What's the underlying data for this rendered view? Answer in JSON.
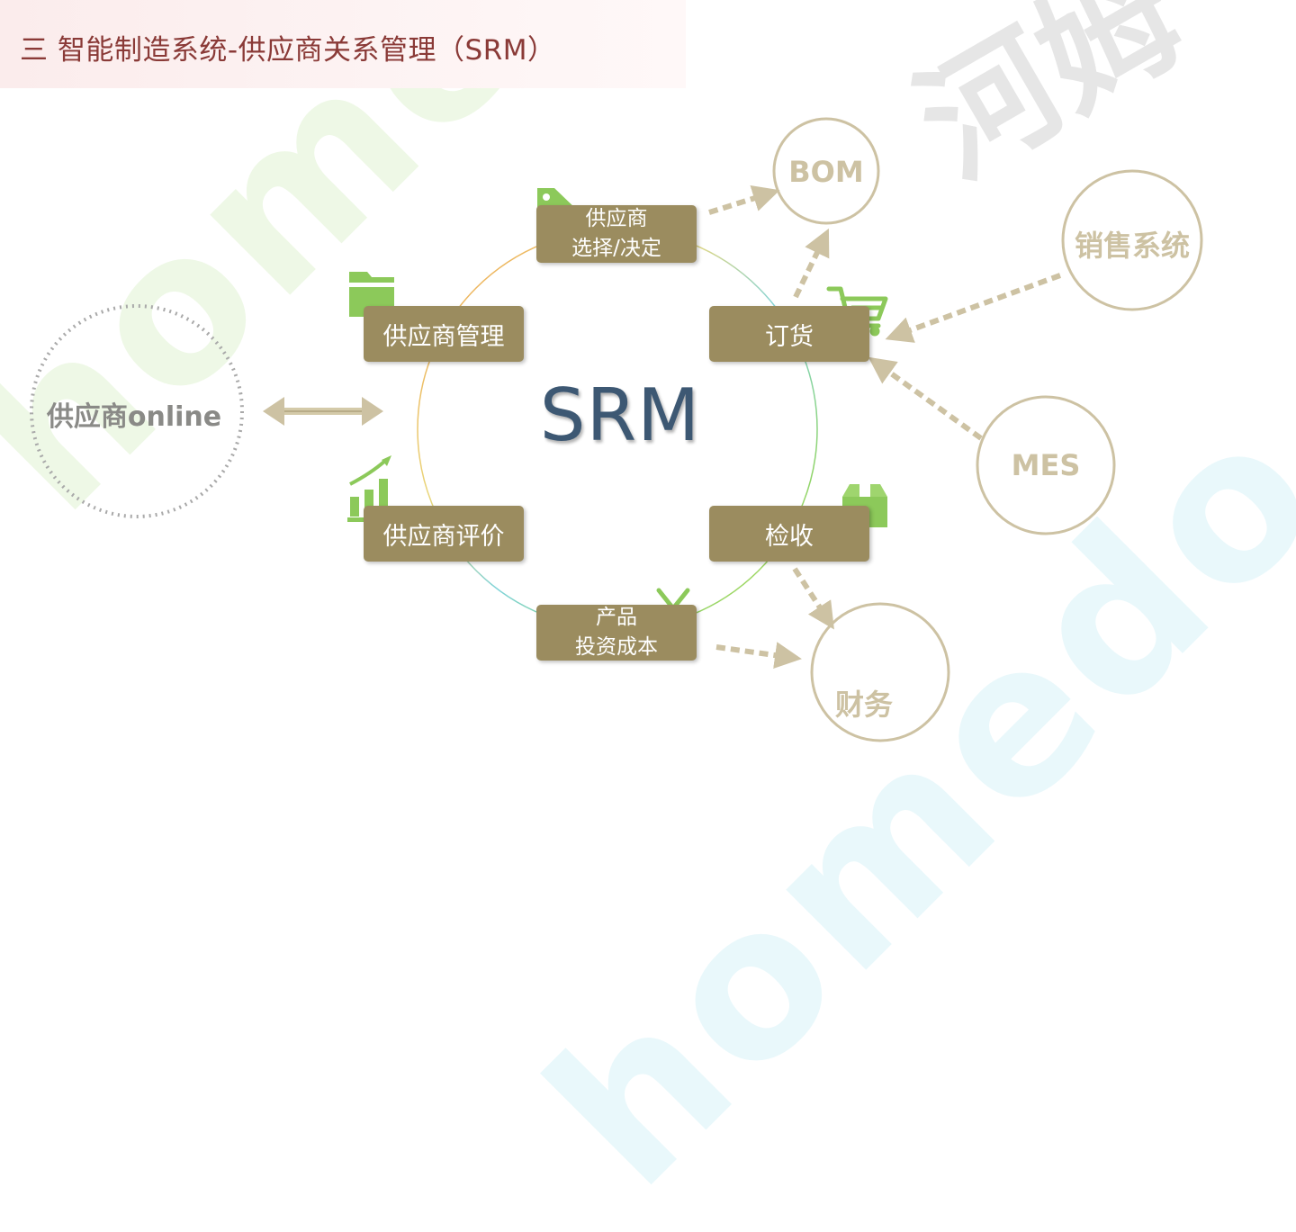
{
  "title": "三 智能制造系统-供应商关系管理（SRM）",
  "center": "SRM",
  "modules": {
    "supplier_selection": [
      "供应商",
      "选择/决定"
    ],
    "ordering": "订货",
    "inspection": "检收",
    "product_cost": [
      "产品",
      "投资成本"
    ],
    "supplier_evaluation": "供应商评价",
    "supplier_management": "供应商管理"
  },
  "external": {
    "bom": "BOM",
    "sales": "销售系统",
    "mes": "MES",
    "finance": "财务",
    "supplier_online": "供应商online"
  },
  "icons": {
    "tag": "tag-icon",
    "cart": "shopping-cart-icon",
    "box": "package-icon",
    "yen": "yen-icon",
    "chart": "growth-chart-icon",
    "folder": "folder-icon"
  },
  "colors": {
    "module_fill": "#9b8c5f",
    "icon_green": "#8cc95a",
    "arrow": "#cdc2a3",
    "center_text": "#3d5873",
    "title_text": "#8a3a37"
  },
  "watermark": {
    "latin": "homedo.com",
    "cn": "河姆"
  }
}
